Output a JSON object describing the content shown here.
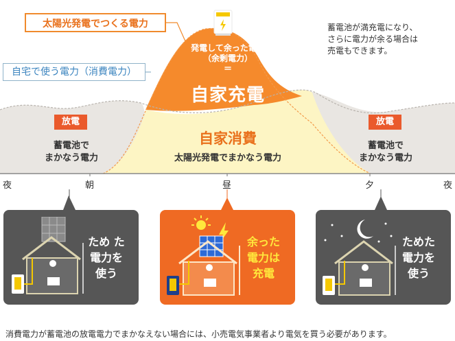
{
  "labels": {
    "solar_power_tag": "太陽光発電でつくる電力",
    "home_power_tag": "自宅で使う電力（消費電力）",
    "top_note": [
      "蓄電池が満充電になり、",
      "さらに電力が余る場合は",
      "売電もできます。"
    ],
    "discharge_badge": "放電",
    "battery_cover": [
      "蓄電池で",
      "まかなう電力"
    ],
    "surplus_label": [
      "発電して余った電力",
      "（余剰電力）",
      "＝"
    ],
    "self_charge": "自家充電",
    "self_consumption": "自家消費",
    "solar_cover": "太陽光発電でまかなう電力"
  },
  "timeline": {
    "night_start": "夜",
    "morning": "朝",
    "noon": "昼",
    "evening": "夕",
    "night_end": "夜"
  },
  "panels": {
    "morning": [
      "ため た",
      "電力を",
      "使う"
    ],
    "noon": [
      "余った",
      "電力は",
      "充電"
    ],
    "night": [
      "ためた",
      "電力を",
      "使う"
    ]
  },
  "footer": "消費電力が蓄電池の放電電力でまかなえない場合には、小売電気事業者より電気を買う必要があります。",
  "colors": {
    "orange": "#f58a2c",
    "light_yellow": "#fdf5c4",
    "gray_fill": "#e9e6e2",
    "badge_red": "#ea5a2c",
    "panel_dark": "#565656",
    "panel_orange": "#ef6a23",
    "yellow_text": "#ffe83c"
  },
  "icons": [
    "battery-icon",
    "sun-icon",
    "lightning-icon",
    "moon-icon",
    "star-icon",
    "house-icon",
    "solar-panel-icon"
  ]
}
